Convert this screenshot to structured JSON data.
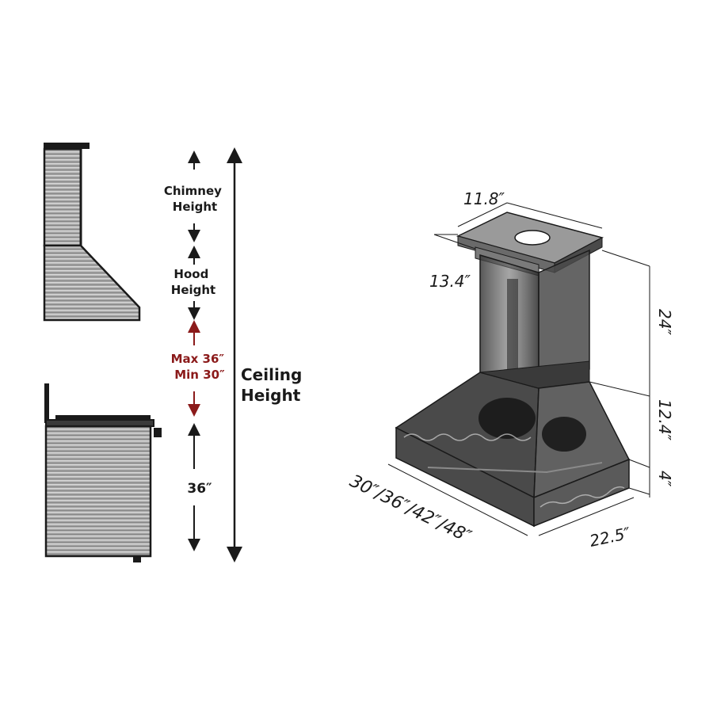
{
  "side_view": {
    "chimney_label_line1": "Chimney",
    "chimney_label_line2": "Height",
    "hood_label_line1": "Hood",
    "hood_label_line2": "Height",
    "clearance_max": "Max 36″",
    "clearance_min": "Min 30″",
    "counter_height": "36″",
    "ceiling_label_line1": "Ceiling",
    "ceiling_label_line2": "Height"
  },
  "hood_dimensions": {
    "chimney_width": "11.8″",
    "chimney_depth": "13.4″",
    "chimney_height": "24″",
    "hood_height": "12.4″",
    "trim_height": "4″",
    "widths": "30″/36″/42″/48″",
    "depth": "22.5″"
  },
  "colors": {
    "ink": "#1a1a1a",
    "clearance_red": "#8b1a1a",
    "steel_light": "#b8b8b8",
    "steel_dark": "#5a5a5a",
    "glass_dark": "#2a2a2a"
  }
}
